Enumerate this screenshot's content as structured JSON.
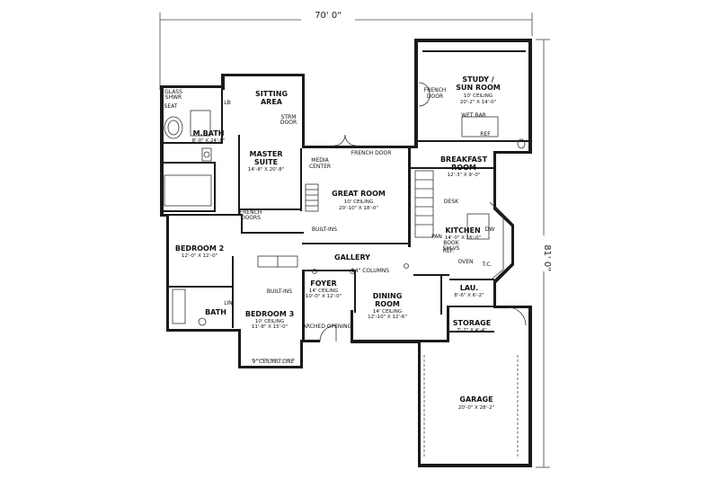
{
  "dimensions": {
    "width": "70' 0\"",
    "depth": "81' 0\""
  },
  "rooms": [
    {
      "id": "study",
      "name": [
        "STUDY /",
        "SUN ROOM"
      ],
      "details": [
        "10' CEILING",
        "20'-2\" X 14'-0\""
      ]
    },
    {
      "id": "sitting",
      "name": [
        "SITTING",
        "AREA"
      ],
      "details": []
    },
    {
      "id": "mbath",
      "name": [
        "M.BATH"
      ],
      "details": [
        "8'-0\" X 24'-8\""
      ]
    },
    {
      "id": "master",
      "name": [
        "MASTER",
        "SUITE"
      ],
      "details": [
        "14'-8\" X 20'-8\""
      ]
    },
    {
      "id": "great",
      "name": [
        "GREAT ROOM"
      ],
      "details": [
        "10' CEILING",
        "20'-10\" X 18'-0\""
      ]
    },
    {
      "id": "breakfast",
      "name": [
        "BREAKFAST",
        "ROOM"
      ],
      "details": [
        "12'-3\" X 9'-0\""
      ]
    },
    {
      "id": "kitchen",
      "name": [
        "KITCHEN"
      ],
      "details": [
        "14'-0\" X 16'-0\""
      ]
    },
    {
      "id": "bedroom2",
      "name": [
        "BEDROOM 2"
      ],
      "details": [
        "12'-0\" X 12'-0\""
      ]
    },
    {
      "id": "gallery",
      "name": [
        "GALLERY"
      ],
      "details": []
    },
    {
      "id": "foyer",
      "name": [
        "FOYER"
      ],
      "details": [
        "14' CEILING",
        "10'-0\" X 12'-0\""
      ]
    },
    {
      "id": "dining",
      "name": [
        "DINING",
        "ROOM"
      ],
      "details": [
        "14' CEILING",
        "12'-10\" X 12'-6\""
      ]
    },
    {
      "id": "lau",
      "name": [
        "LAU."
      ],
      "details": [
        "8'-6\" X 6'-2\""
      ]
    },
    {
      "id": "bath",
      "name": [
        "BATH"
      ],
      "details": []
    },
    {
      "id": "bedroom3",
      "name": [
        "BEDROOM 3"
      ],
      "details": [
        "10' CEILING",
        "11'-8\" X 15'-0\""
      ]
    },
    {
      "id": "storage",
      "name": [
        "STORAGE"
      ],
      "details": [
        "7'-2\" X 4'-4\""
      ]
    },
    {
      "id": "garage",
      "name": [
        "GARAGE"
      ],
      "details": [
        "20'-0\" X 28'-2\""
      ]
    }
  ],
  "labels": {
    "french_door_study": [
      "FRENCH",
      "DOOR"
    ],
    "wet_bar": "WET BAR",
    "ref": "REF",
    "glass_shwr": [
      "GLASS",
      "SHWR"
    ],
    "seat": "SEAT",
    "lb": "LB",
    "storm_door": [
      "STRM",
      "DOOR"
    ],
    "french_door_great": "FRENCH DOOR",
    "media_center": [
      "MEDIA",
      "CENTER"
    ],
    "french_doors_master": [
      "FRENCH",
      "DOORS"
    ],
    "builtins_great": "BUILT-INS",
    "desk": "DESK",
    "ref_ms": "REF.",
    "oven": "OVEN",
    "dw": "DW",
    "book_shlvs": [
      "BOOK",
      "SHLVS"
    ],
    "pan": "PAN",
    "tc": "T.C.",
    "builtins_bed3": "BUILT-INS",
    "column": "14\" COLUMNS",
    "lin": "LIN",
    "arched_opening": "ARCHED OPENING",
    "ceiling_line": "9' CEILING LINE"
  }
}
